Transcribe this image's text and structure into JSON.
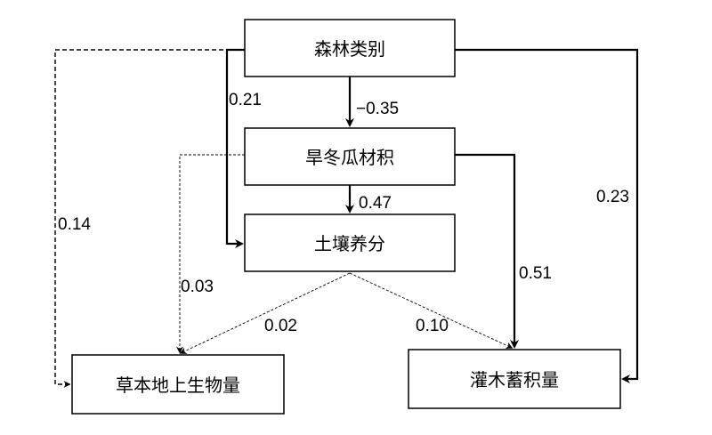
{
  "nodes": {
    "forest_type": "森林类别",
    "dry_winter_gua_volume": "旱冬瓜材积",
    "soil_nutrients": "土壤养分",
    "herb_biomass": "草本地上生物量",
    "shrub_volume": "灌木蓄积量"
  },
  "coefficients": {
    "forest_to_drywinter": "−0.35",
    "forest_to_soil": "0.21",
    "forest_to_herb": "0.14",
    "forest_to_shrub": "0.23",
    "drywinter_to_soil": "0.47",
    "drywinter_to_herb": "0.03",
    "drywinter_to_shrub": "0.51",
    "soil_to_herb": "0.02",
    "soil_to_shrub": "0.10"
  },
  "edges": [
    {
      "from": "森林类别",
      "to": "旱冬瓜材积",
      "coefficient": "−0.35",
      "style": "solid"
    },
    {
      "from": "森林类别",
      "to": "土壤养分",
      "coefficient": "0.21",
      "style": "solid"
    },
    {
      "from": "森林类别",
      "to": "草本地上生物量",
      "coefficient": "0.14",
      "style": "dashed"
    },
    {
      "from": "森林类别",
      "to": "灌木蓄积量",
      "coefficient": "0.23",
      "style": "solid"
    },
    {
      "from": "旱冬瓜材积",
      "to": "土壤养分",
      "coefficient": "0.47",
      "style": "solid"
    },
    {
      "from": "旱冬瓜材积",
      "to": "草本地上生物量",
      "coefficient": "0.03",
      "style": "dashed"
    },
    {
      "from": "旱冬瓜材积",
      "to": "灌木蓄积量",
      "coefficient": "0.51",
      "style": "solid"
    },
    {
      "from": "土壤养分",
      "to": "草本地上生物量",
      "coefficient": "0.02",
      "style": "dashed"
    },
    {
      "from": "土壤养分",
      "to": "灌木蓄积量",
      "coefficient": "0.10",
      "style": "dashed"
    }
  ]
}
